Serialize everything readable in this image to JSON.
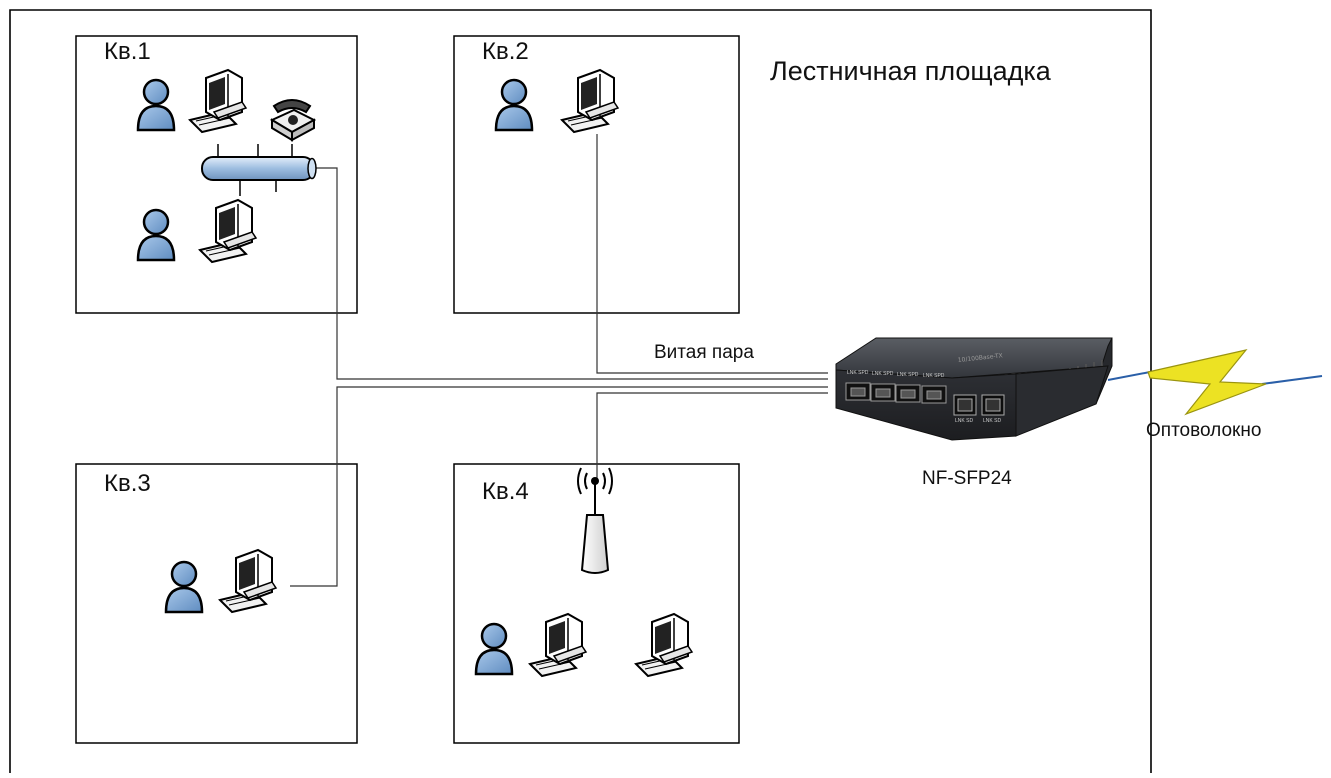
{
  "diagram": {
    "floor_label": "Лестничная площадка",
    "apartments": [
      {
        "id": "apt1",
        "label": "Кв.1"
      },
      {
        "id": "apt2",
        "label": "Кв.2"
      },
      {
        "id": "apt3",
        "label": "Кв.3"
      },
      {
        "id": "apt4",
        "label": "Кв.4"
      }
    ],
    "twisted_pair_label": "Витая пара",
    "switch_label": "NF-SFP24",
    "fiber_label": "Оптоволокно",
    "port_labels": [
      "LNK SPD",
      "LNK SPD",
      "LNK SPD",
      "LNK SPD"
    ],
    "sfp_labels": [
      "LNK SD",
      "LNK SD"
    ],
    "colors": {
      "person": "#7fa8d4",
      "hub": "#a9c6e6",
      "switch": "#3d4045",
      "lightning": "#e8e020",
      "fiber": "#2a5fa8"
    }
  }
}
